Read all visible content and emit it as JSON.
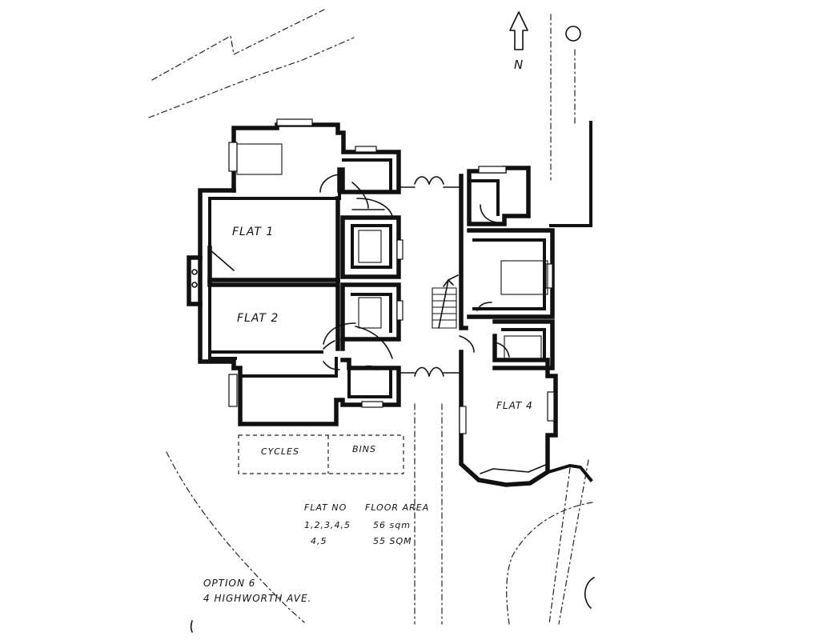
{
  "north_label": "N",
  "rooms": {
    "flat_1": "FLAT 1",
    "flat_2": "FLAT 2",
    "flat_4": "FLAT 4",
    "cycles": "CYCLES",
    "bins": "BINS"
  },
  "area_table": {
    "headers": [
      "FLAT NO",
      "FLOOR AREA"
    ],
    "rows": [
      [
        "1,2,3,4,5",
        "56 sqm"
      ],
      [
        "4,5",
        "55 SQM"
      ]
    ]
  },
  "option": {
    "title": "OPTION 6",
    "address": "4 HIGHWORTH AVE."
  }
}
